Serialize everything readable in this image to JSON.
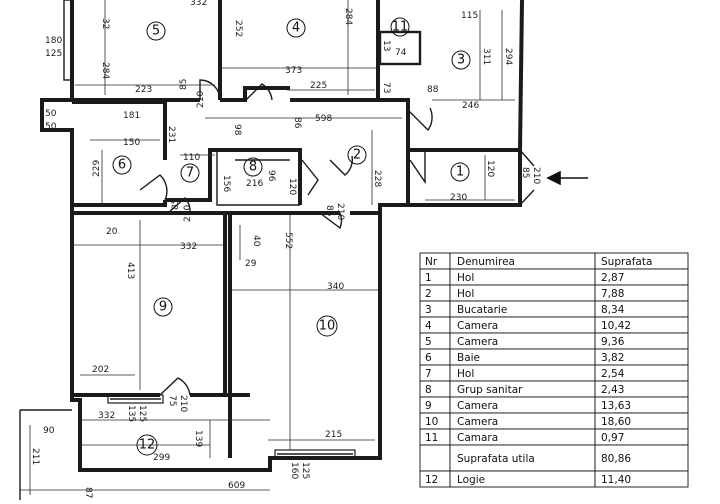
{
  "plan": {
    "dimensions": [
      "32",
      "332",
      "252",
      "284",
      "115",
      "311",
      "294",
      "13",
      "74",
      "180",
      "125",
      "284",
      "223",
      "373",
      "225",
      "73",
      "88",
      "246",
      "85",
      "210",
      "50",
      "50",
      "181",
      "598",
      "150",
      "231",
      "98",
      "86",
      "110",
      "156",
      "216",
      "96",
      "120",
      "229",
      "228",
      "230",
      "120",
      "85",
      "210",
      "85",
      "210",
      "85",
      "210",
      "20",
      "332",
      "40",
      "29",
      "552",
      "413",
      "340",
      "202",
      "135",
      "125",
      "75",
      "210",
      "332",
      "299",
      "139",
      "215",
      "90",
      "211",
      "160",
      "125",
      "609",
      "87"
    ],
    "room_labels": [
      "1",
      "2",
      "3",
      "4",
      "5",
      "6",
      "7",
      "8",
      "9",
      "10",
      "11",
      "12"
    ]
  },
  "legend": {
    "headers": [
      "Nr",
      "Denumirea",
      "Suprafata"
    ],
    "rows": [
      {
        "nr": "1",
        "name": "Hol",
        "area": "2,87"
      },
      {
        "nr": "2",
        "name": "Hol",
        "area": "7,88"
      },
      {
        "nr": "3",
        "name": "Bucatarie",
        "area": "8,34"
      },
      {
        "nr": "4",
        "name": "Camera",
        "area": "10,42"
      },
      {
        "nr": "5",
        "name": "Camera",
        "area": "9,36"
      },
      {
        "nr": "6",
        "name": "Baie",
        "area": "3,82"
      },
      {
        "nr": "7",
        "name": "Hol",
        "area": "2,54"
      },
      {
        "nr": "8",
        "name": "Grup sanitar",
        "area": "2,43"
      },
      {
        "nr": "9",
        "name": "Camera",
        "area": "13,63"
      },
      {
        "nr": "10",
        "name": "Camera",
        "area": "18,60"
      },
      {
        "nr": "11",
        "name": "Camara",
        "area": "0,97"
      }
    ],
    "summary": {
      "label": "Suprafata utila",
      "value": "80,86"
    },
    "partial_row": {
      "nr": "12",
      "name": "Logie",
      "area": "11,40"
    }
  }
}
